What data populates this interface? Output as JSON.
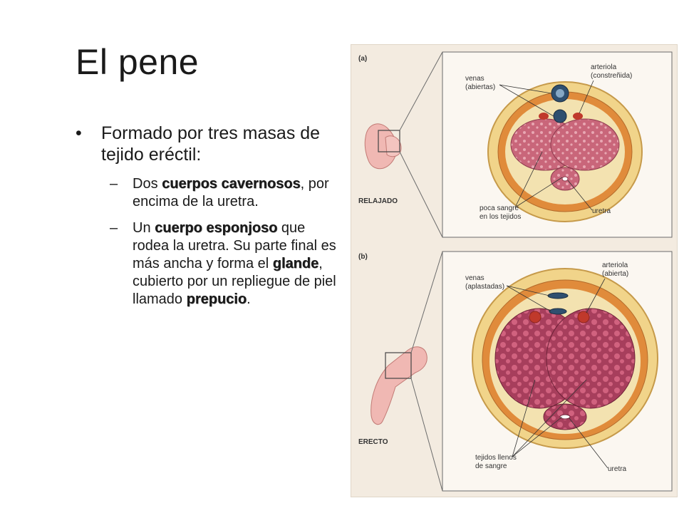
{
  "slide": {
    "title": "El pene",
    "bullet": "Formado por tres masas de tejido eréctil:",
    "sub1": {
      "pre": "Dos ",
      "b1": "cuerpos cavernosos",
      "post": ", por encima de la uretra."
    },
    "sub2": {
      "pre": "Un ",
      "b1": "cuerpo esponjoso",
      "mid1": " que rodea la uretra. Su parte final es más ancha y forma el ",
      "b2": "glande",
      "mid2": ", cubierto por un repliegue de piel llamado ",
      "b3": "prepucio",
      "post": "."
    }
  },
  "figure": {
    "panel_a": {
      "tag": "(a)",
      "state": "RELAJADO",
      "lbl_venas_1": "venas",
      "lbl_venas_2": "(abiertas)",
      "lbl_arteriola_1": "arteriola",
      "lbl_arteriola_2": "(constreñida)",
      "lbl_poca_1": "poca sangre",
      "lbl_poca_2": "en los tejidos",
      "lbl_uretra": "uretra"
    },
    "panel_b": {
      "tag": "(b)",
      "state": "ERECTO",
      "lbl_venas_1": "venas",
      "lbl_venas_2": "(aplastadas)",
      "lbl_arteriola_1": "arteriola",
      "lbl_arteriola_2": "(abierta)",
      "lbl_tejidos_1": "tejidos llenos",
      "lbl_tejidos_2": "de sangre",
      "lbl_uretra": "uretra"
    }
  }
}
